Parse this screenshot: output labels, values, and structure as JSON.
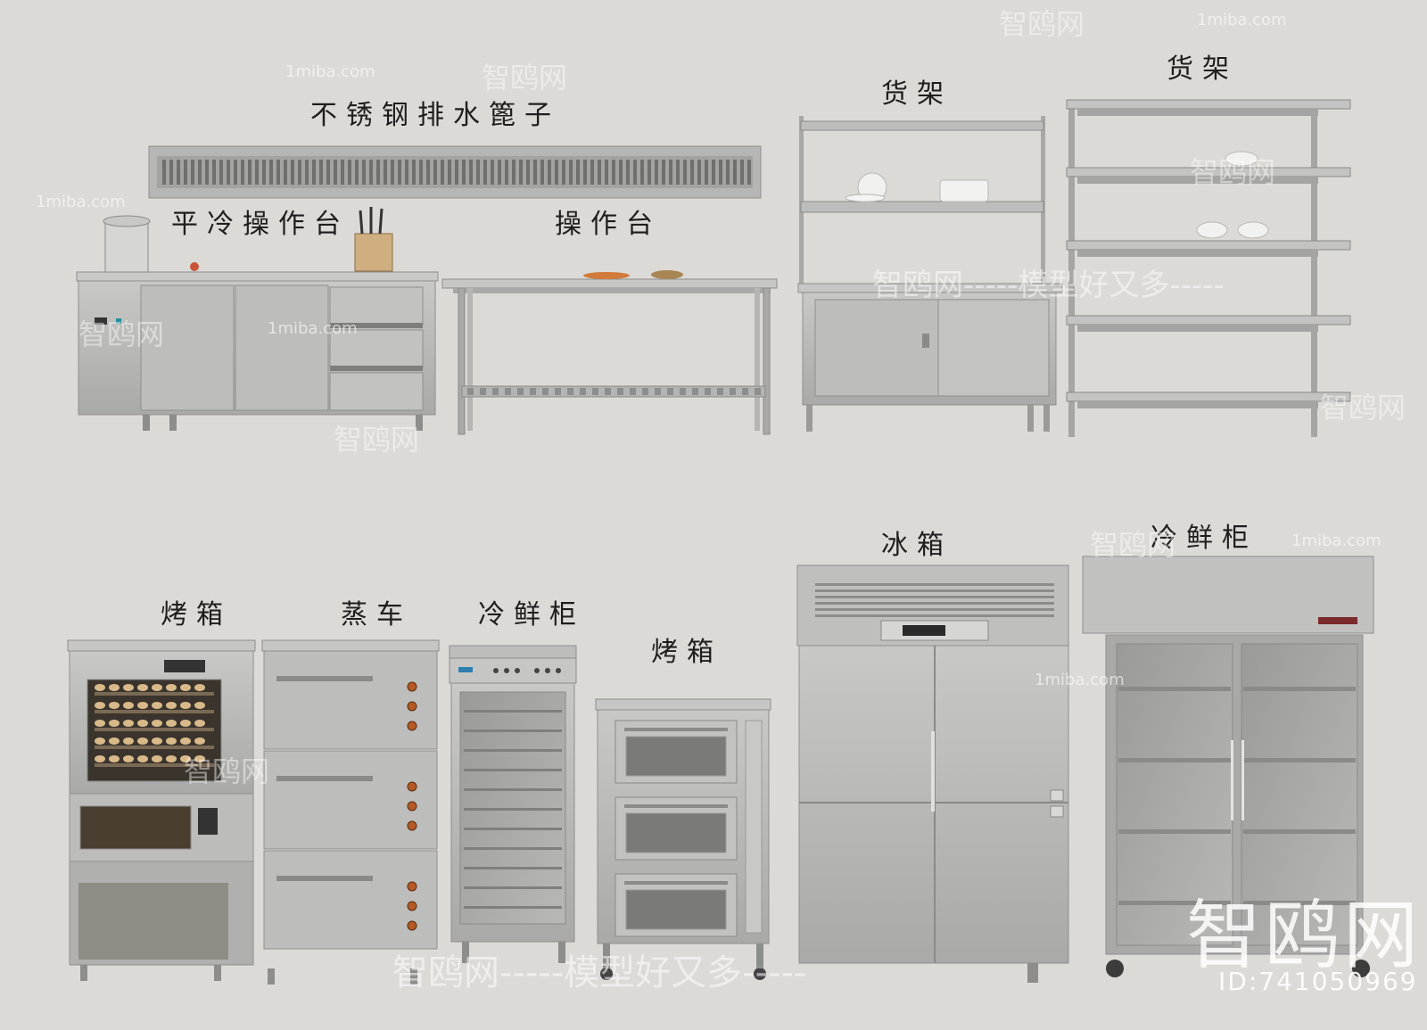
{
  "labels": {
    "drain_grate": "不锈钢排水篦子",
    "cold_counter": "平冷操作台",
    "work_table": "操作台",
    "shelf_left": "货架",
    "shelf_right": "货架",
    "oven_left": "烤箱",
    "steamer": "蒸车",
    "cooler_small": "冷鲜柜",
    "oven_mid": "烤箱",
    "fridge": "冰箱",
    "cooler_big": "冷鲜柜"
  },
  "watermarks": {
    "site": "1miba.com",
    "brand": "智鸥网",
    "slogan": "智鸥网-----模型好又多-----",
    "id": "ID:741050969"
  },
  "colors": {
    "background": "#dcdad6",
    "steel": "#b9b9b7",
    "steel_dark": "#8f8f8d",
    "steel_light": "#d2d2d0"
  }
}
